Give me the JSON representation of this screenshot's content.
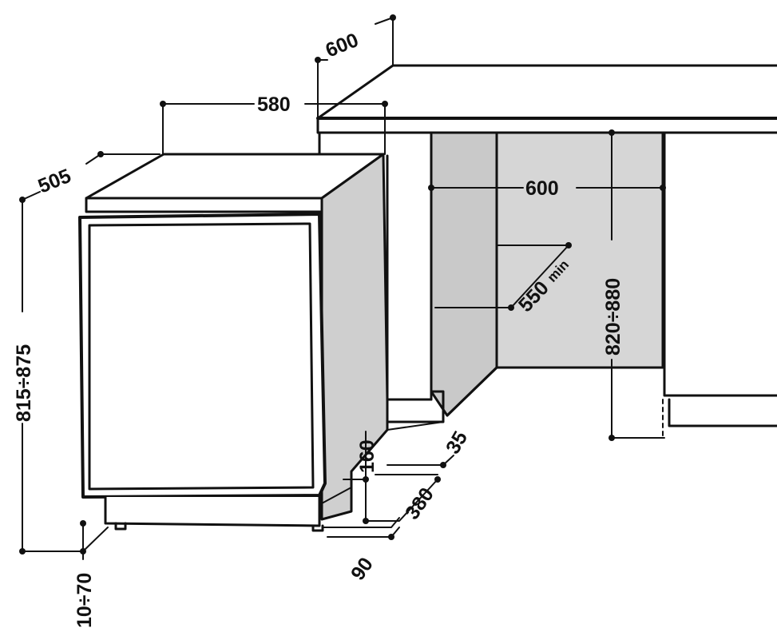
{
  "diagram": {
    "colors": {
      "line": "#111111",
      "niche_fill": "#d3d3d3",
      "side_fill": "#c9c9c9",
      "background": "#ffffff"
    },
    "dimensions": {
      "countertop_depth": "600",
      "appliance_width": "580",
      "appliance_depth": "505",
      "height_range": "815÷875",
      "foot_adjust": "10÷70",
      "niche_width": "600",
      "niche_depth": "550",
      "niche_depth_unit": "min",
      "niche_height": "820÷880",
      "plinth_height": "160",
      "plinth_recess": "35",
      "foot_depth": "380",
      "front_offset": "90"
    }
  }
}
